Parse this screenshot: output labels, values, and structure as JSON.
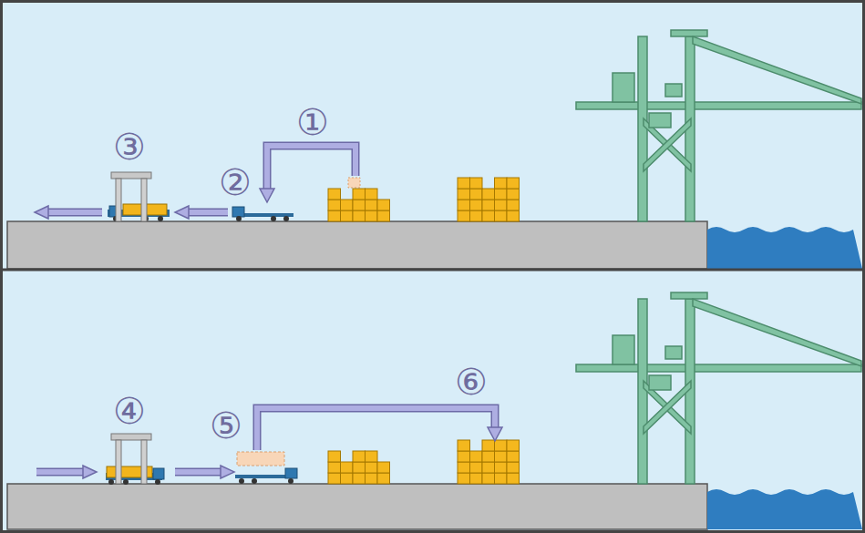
{
  "diagram": {
    "labels": [
      "①",
      "②",
      "③",
      "④",
      "⑤",
      "⑥"
    ]
  }
}
